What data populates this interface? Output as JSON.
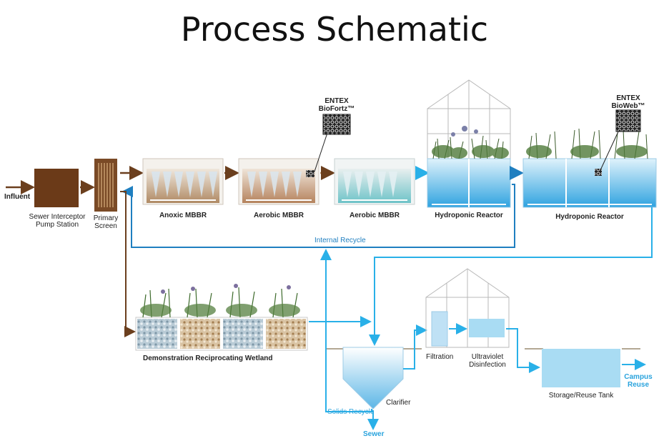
{
  "title": "Process Schematic",
  "labels": {
    "influent": "Influent",
    "sewer_interceptor_1": "Sewer Interceptor",
    "sewer_interceptor_2": "Pump Station",
    "primary_screen_1": "Primary",
    "primary_screen_2": "Screen",
    "anoxic_mbbr": "Anoxic MBBR",
    "aerobic_mbbr_1": "Aerobic MBBR",
    "aerobic_mbbr_2": "Aerobic MBBR",
    "hydroponic_reactor_1": "Hydroponic Reactor",
    "hydroponic_reactor_2": "Hydroponic Reactor",
    "entex_1": "ENTEX",
    "biofortz": "BioFortz™",
    "entex_2": "ENTEX",
    "bioweb": "BioWeb™",
    "internal_recycle": "Internal Recycle",
    "wetland": "Demonstration Reciprocating Wetland",
    "filtration": "Filtration",
    "uv_1": "Ultraviolet",
    "uv_2": "Disinfection",
    "clarifier": "Clarifier",
    "solids_recycle": "Solids Recycle",
    "sewer": "Sewer",
    "storage": "Storage/Reuse Tank",
    "campus_1": "Campus",
    "campus_2": "Reuse"
  },
  "colors": {
    "influent_flow": "#6b3f1e",
    "recycle_flow": "#1f7fc0",
    "effluent_flow": "#29b0e8",
    "tank_water": "#a9dcf3"
  }
}
